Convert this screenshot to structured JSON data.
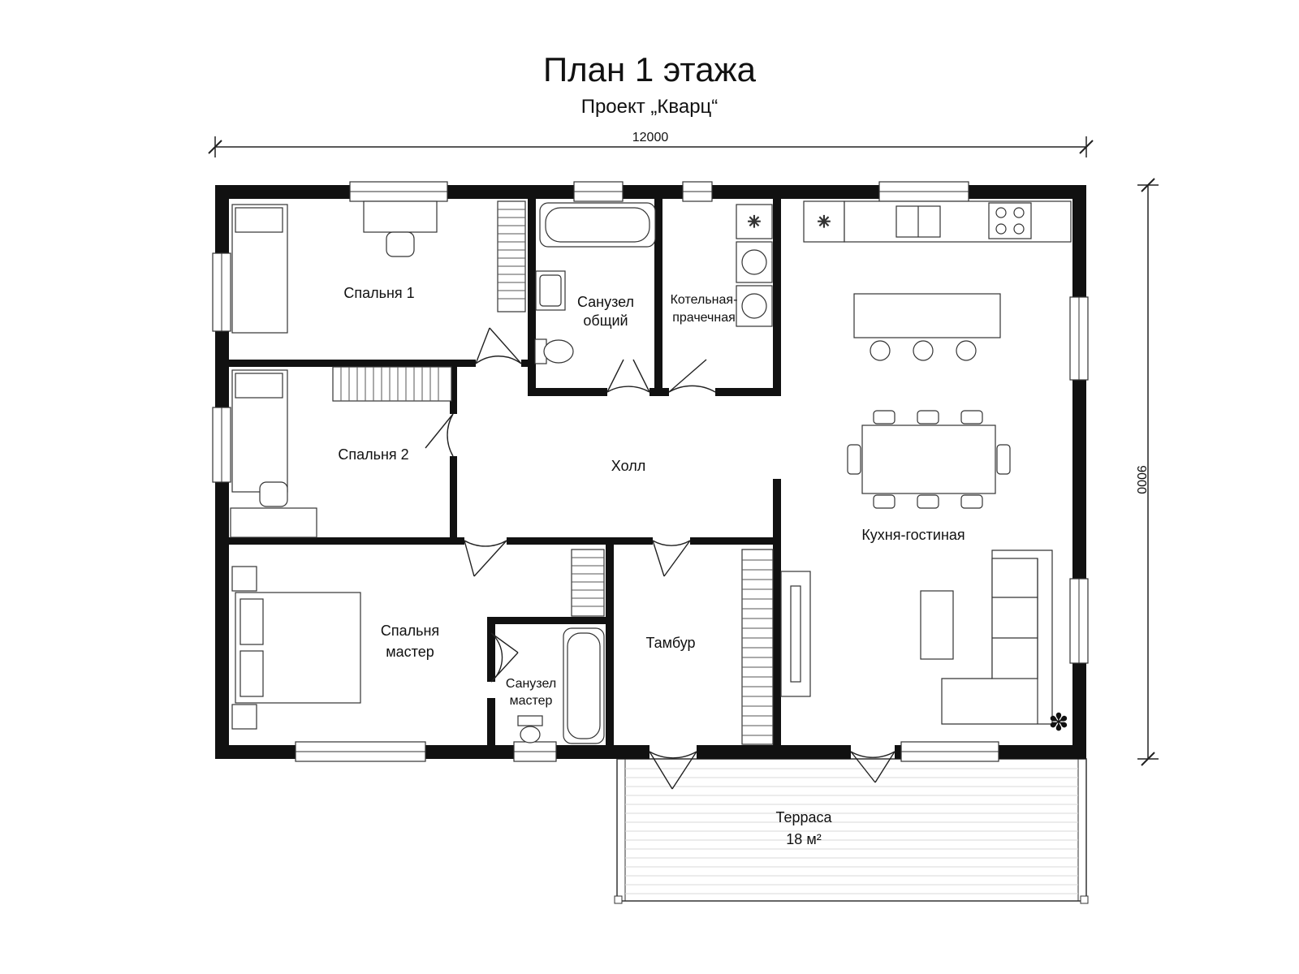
{
  "title": "План 1 этажа",
  "subtitle": "Проект „Кварц“",
  "dimensions": {
    "width": "12000",
    "height": "9000"
  },
  "rooms": {
    "bedroom1": "Спальня 1",
    "bathroom_common_1": "Санузел",
    "bathroom_common_2": "общий",
    "boiler_1": "Котельная-",
    "boiler_2": "прачечная",
    "bedroom2": "Спальня 2",
    "hall": "Холл",
    "kitchen_living": "Кухня-гостиная",
    "master_1": "Спальня",
    "master_2": "мастер",
    "master_bath_1": "Санузел",
    "master_bath_2": "мастер",
    "vestibule": "Тамбур",
    "terrace": "Терраса",
    "terrace_area": "18 м²"
  }
}
